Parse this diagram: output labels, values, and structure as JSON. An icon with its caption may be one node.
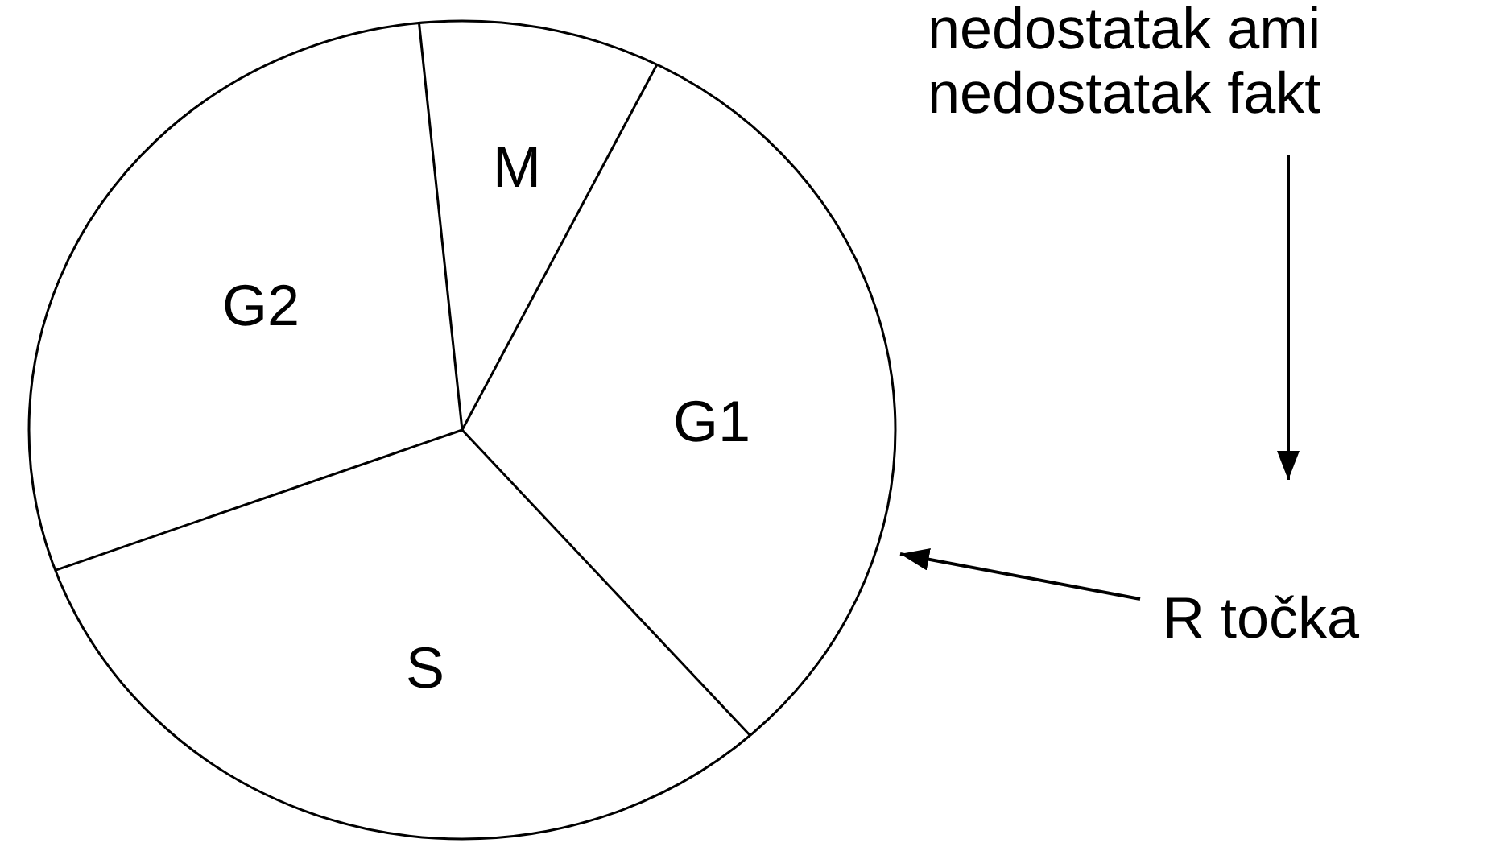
{
  "diagram": {
    "nodes": [
      {
        "text": [],
        "shape": "circle"
      },
      {
        "text": [
          "M"
        ],
        "in": 0
      },
      {
        "text": [
          "G2"
        ],
        "in": 0
      },
      {
        "text": [
          "G1"
        ],
        "in": 0
      },
      {
        "text": [
          "S"
        ],
        "in": 0
      },
      {
        "text": [
          "nedostatak ami",
          "nedostatak fakt"
        ]
      },
      {
        "text": [
          "R točka"
        ]
      }
    ],
    "edges": [
      {
        "from": 5,
        "to": null,
        "arrow": "to"
      },
      {
        "from": 6,
        "to": 0,
        "arrow": "to"
      }
    ]
  }
}
